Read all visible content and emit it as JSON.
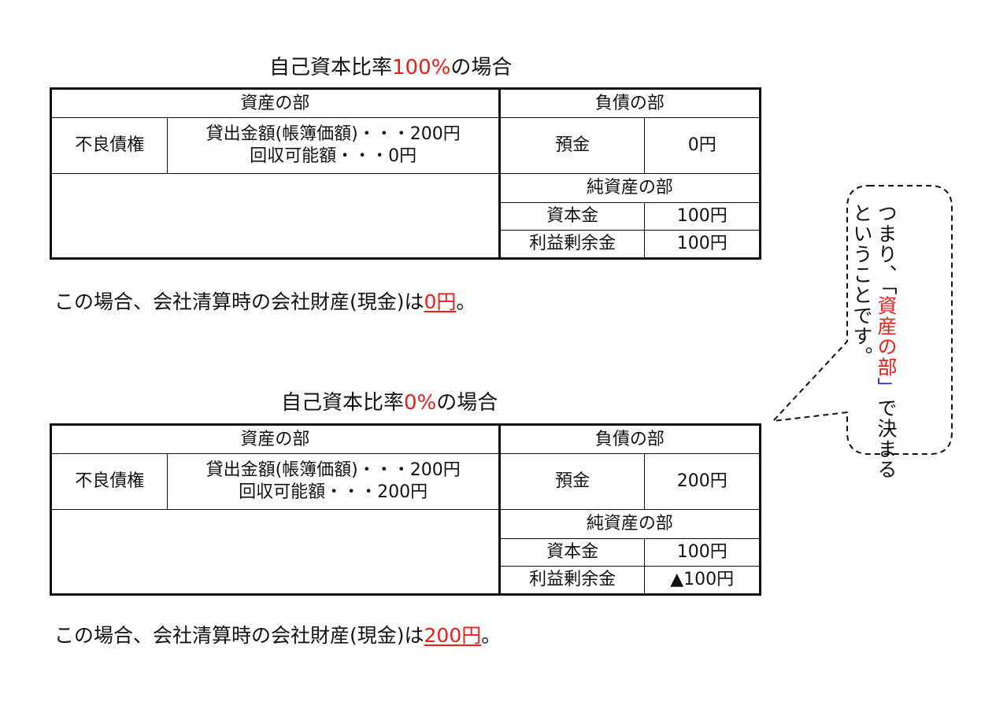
{
  "cases": [
    {
      "title_prefix": "自己資本比率",
      "title_ratio": "100%",
      "title_suffix": "の場合",
      "assets_header": "資産の部",
      "asset_label": "不良債権",
      "asset_line1": "貸出金額(帳簿価額)・・・200円",
      "asset_line2": "回収可能額・・・0円",
      "liabilities_header": "負債の部",
      "deposit_label": "預金",
      "deposit_value": "0円",
      "net_assets_header": "純資産の部",
      "capital_label": "資本金",
      "capital_value": "100円",
      "retained_label": "利益剰余金",
      "retained_value": "100円",
      "summary_text": "この場合、会社清算時の会社財産(現金)は",
      "summary_amount": "0円",
      "summary_end": "。"
    },
    {
      "title_prefix": "自己資本比率",
      "title_ratio": "0%",
      "title_suffix": "の場合",
      "assets_header": "資産の部",
      "asset_label": "不良債権",
      "asset_line1": "貸出金額(帳簿価額)・・・200円",
      "asset_line2": "回収可能額・・・200円",
      "liabilities_header": "負債の部",
      "deposit_label": "預金",
      "deposit_value": "200円",
      "net_assets_header": "純資産の部",
      "capital_label": "資本金",
      "capital_value": "100円",
      "retained_label": "利益剰余金",
      "retained_value": "▲100円",
      "summary_text": "この場合、会社清算時の会社財産(現金)は",
      "summary_amount": "200円",
      "summary_end": "。"
    }
  ],
  "callout": {
    "part1": "つまり、",
    "open_bracket": "「",
    "highlight": "資産の部",
    "close_bracket": "」",
    "part2": "で決まる",
    "part3": "ということです。"
  },
  "colors": {
    "highlight_red": "#e8201b",
    "bracket_blue": "#1b2fd6",
    "text": "#111111"
  }
}
